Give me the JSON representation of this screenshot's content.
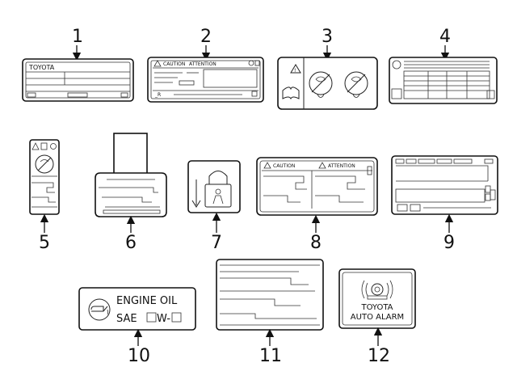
{
  "diagram": {
    "callouts": [
      "1",
      "2",
      "3",
      "4",
      "5",
      "6",
      "7",
      "8",
      "9",
      "10",
      "11",
      "12"
    ],
    "label1": {
      "brand": "TOYOTA"
    },
    "label2": {
      "caution": "CAUTION",
      "attention": "ATTENTION"
    },
    "label8": {
      "caution": "CAUTION",
      "attention": "ATTENTION"
    },
    "label10": {
      "line1": "ENGINE  OIL",
      "line2a": "SAE",
      "line2b": "W-"
    },
    "label12": {
      "line1": "TOYOTA",
      "line2": "AUTO ALARM"
    }
  }
}
